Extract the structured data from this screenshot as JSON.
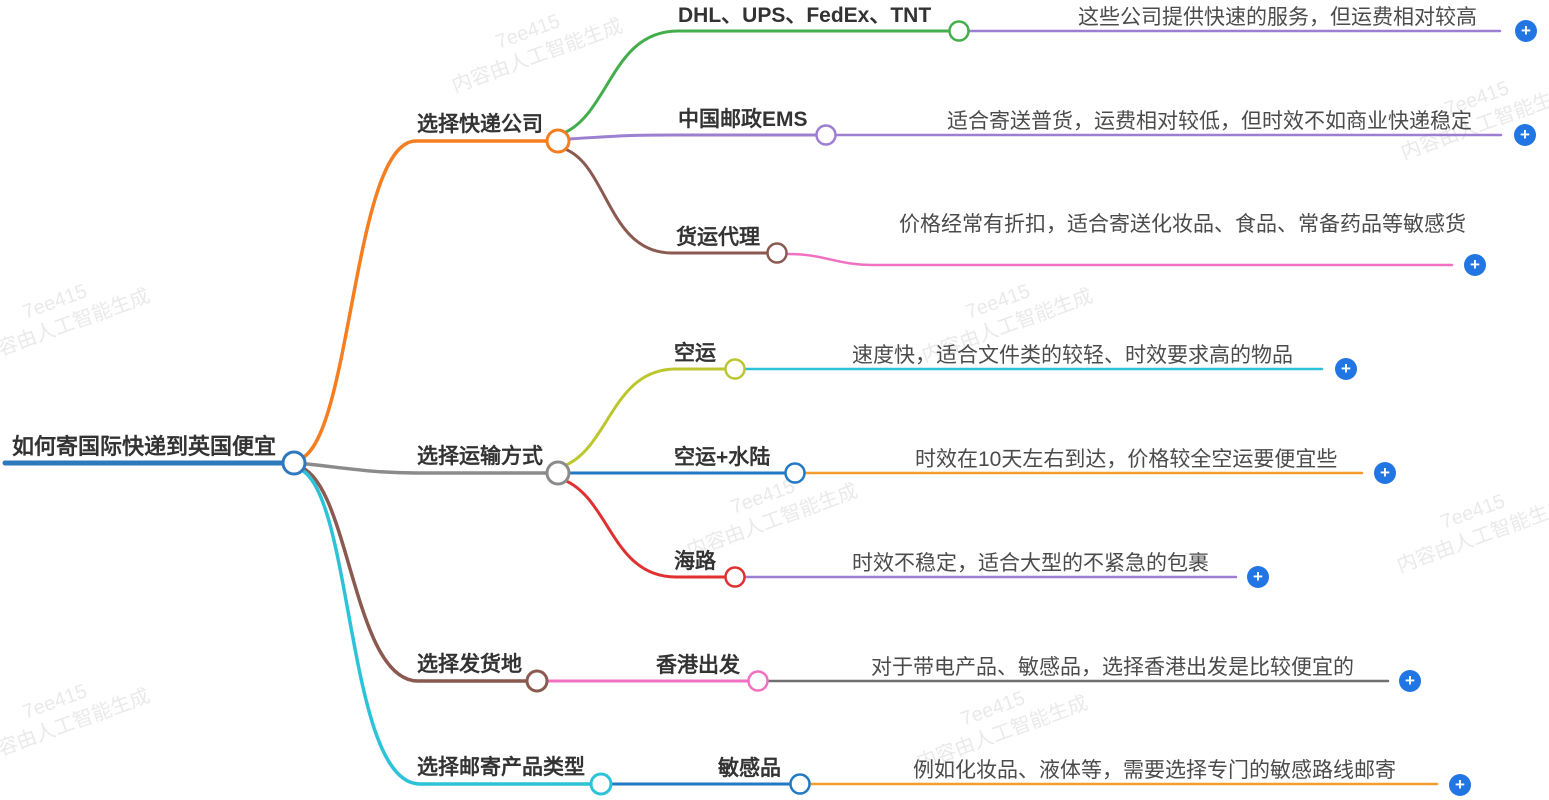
{
  "root": {
    "label": "如何寄国际快递到英国便宜"
  },
  "branches": [
    {
      "label": "选择快递公司",
      "children": [
        {
          "label": "DHL、UPS、FedEx、TNT",
          "note": "这些公司提供快速的服务，但运费相对较高"
        },
        {
          "label": "中国邮政EMS",
          "note": "适合寄送普货，运费相对较低，但时效不如商业快递稳定"
        },
        {
          "label": "货运代理",
          "note": "价格经常有折扣，适合寄送化妆品、食品、常备药品等敏感货"
        }
      ]
    },
    {
      "label": "选择运输方式",
      "children": [
        {
          "label": "空运",
          "note": "速度快，适合文件类的较轻、时效要求高的物品"
        },
        {
          "label": "空运+水陆",
          "note": "时效在10天左右到达，价格较全空运要便宜些"
        },
        {
          "label": "海路",
          "note": "时效不稳定，适合大型的不紧急的包裹"
        }
      ]
    },
    {
      "label": "选择发货地",
      "children": [
        {
          "label": "香港出发",
          "note": "对于带电产品、敏感品，选择香港出发是比较便宜的"
        }
      ]
    },
    {
      "label": "选择邮寄产品类型",
      "children": [
        {
          "label": "敏感品",
          "note": "例如化妆品、液体等，需要选择专门的敏感路线邮寄"
        }
      ]
    }
  ],
  "ui": {
    "plus_label": "+"
  },
  "watermark": {
    "line1": "7ee415",
    "line2": "内容由人工智能生成"
  },
  "colors": {
    "root": "#2e79be",
    "b1": "#f57e21",
    "b2": "#8b8b8b",
    "b3": "#8a5a50",
    "b4": "#2cc3d9",
    "dhl": "#44ad4c",
    "ems": "#9d7fd1",
    "freight": "#8a5a50",
    "air": "#bcc730",
    "airsea": "#2279c4",
    "sea": "#e03030",
    "hk": "#f170c1",
    "sensitive": "#2279c4",
    "note_dhl": "#9d7fd1",
    "note_ems": "#9d7fd1",
    "note_freight": "#f170c1",
    "note_air": "#2cc3d9",
    "note_airsea": "#f59d2c",
    "note_sea": "#9d7fd1",
    "note_hk": "#707070",
    "note_sensitive": "#f59d2c",
    "plus": "#2276e4"
  }
}
